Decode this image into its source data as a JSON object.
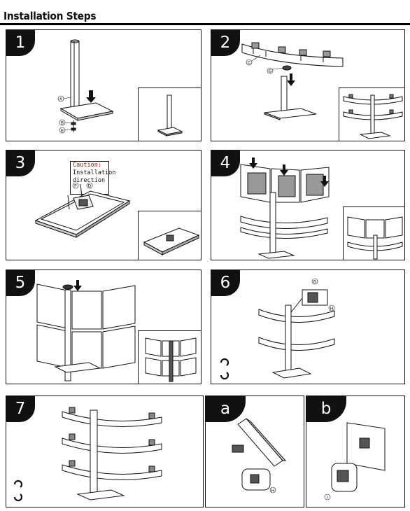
{
  "page": {
    "title": "Installation Steps"
  },
  "steps": [
    {
      "label": "1"
    },
    {
      "label": "2"
    },
    {
      "label": "3"
    },
    {
      "label": "4"
    },
    {
      "label": "5"
    },
    {
      "label": "6"
    },
    {
      "label": "7"
    },
    {
      "label": "a"
    },
    {
      "label": "b"
    }
  ],
  "callouts": {
    "step1": [
      "A",
      "B",
      "E"
    ],
    "step2": [
      "C",
      "G"
    ],
    "step3": [
      "F",
      "D"
    ],
    "step6": [
      "G",
      "H"
    ],
    "stepA": [
      "H"
    ],
    "stepB": [
      "I"
    ]
  },
  "caution": {
    "title": "Caution:",
    "line1": "Installation",
    "line2": "direction"
  },
  "colors": {
    "line": "#111111",
    "caution_text": "#cc0000"
  }
}
